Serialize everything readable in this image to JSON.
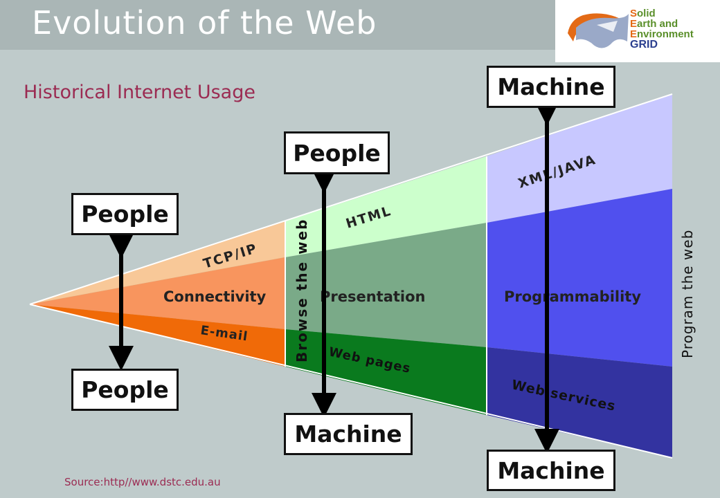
{
  "title": "Evolution of the Web",
  "subtitle": "Historical Internet Usage",
  "source": "Source:http//www.dstc.edu.au",
  "logo": {
    "line1_cap": "S",
    "line1_rest": "olid",
    "line2_cap": "E",
    "line2_rest": "arth and",
    "line3_cap": "E",
    "line3_rest": "nvironment",
    "line4": "GRID"
  },
  "boxes": {
    "people_left_top": "People",
    "people_left_bottom": "People",
    "people_mid_top": "People",
    "machine_mid_bottom": "Machine",
    "machine_right_top": "Machine",
    "machine_right_bottom": "Machine"
  },
  "labels": {
    "tcpip": "TCP/IP",
    "connectivity": "Connectivity",
    "email": "E-mail",
    "html": "HTML",
    "presentation": "Presentation",
    "web_pages": "Web pages",
    "xml_java": "XML/JAVA",
    "programmability": "Programmability",
    "web_services": "Web services",
    "browse_the_web": "Browse the web",
    "program_the_web": "Program the web"
  },
  "colors": {
    "background": "#bfcbcb",
    "title_text": "#ffffff",
    "subtitle_text": "#9b2b52",
    "seg1_top": "#f8c898",
    "seg1_mid": "#f8955e",
    "seg1_bot": "#f06a08",
    "seg2_top": "#ccffcc",
    "seg2_mid": "#7aaa88",
    "seg2_bot": "#0a7a1e",
    "seg3_top": "#c8c8ff",
    "seg3_mid": "#5050ee",
    "seg3_bot": "#3333a0"
  }
}
